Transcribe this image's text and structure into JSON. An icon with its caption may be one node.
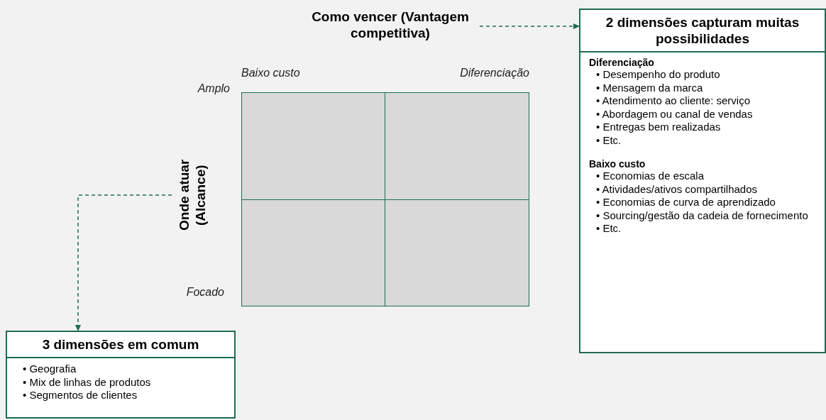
{
  "diagram": {
    "nodes": [
      {
        "text": [
          "Como vencer (Vantagem competitiva)"
        ]
      },
      {
        "text": [
          "2 dimensões capturam muitas possibilidades",
          "Diferenciação",
          "• Desempenho do produto",
          "• Mensagem da marca",
          "• Atendimento ao cliente: serviço",
          "• Abordagem ou canal de vendas",
          "• Entregas bem realizadas",
          "• Etc.",
          "Baixo custo",
          "• Economias de escala",
          "• Atividades/ativos compartilhados",
          "• Economias de curva de aprendizado",
          "• Sourcing/gestão da cadeia de fornecimento",
          "• Etc."
        ]
      },
      {
        "text": [
          "Onde atuar (Alcance)"
        ]
      },
      {
        "text": [
          "3 dimensões em comum",
          "• Geografia",
          "• Mix de linhas de produtos",
          "• Segmentos de clientes"
        ]
      },
      {
        "text": [],
        "shape": "box"
      },
      {
        "text": [],
        "shape": "box"
      },
      {
        "text": [],
        "shape": "box"
      },
      {
        "text": [],
        "shape": "box"
      }
    ],
    "edges": [
      {
        "from": 0,
        "to": 1,
        "arrow": "to",
        "style": "dashed"
      },
      {
        "from": 2,
        "to": 3,
        "arrow": "to",
        "style": "dashed"
      }
    ],
    "labels": [
      "Baixo custo",
      "Diferenciação",
      "Amplo",
      "Focado"
    ]
  }
}
